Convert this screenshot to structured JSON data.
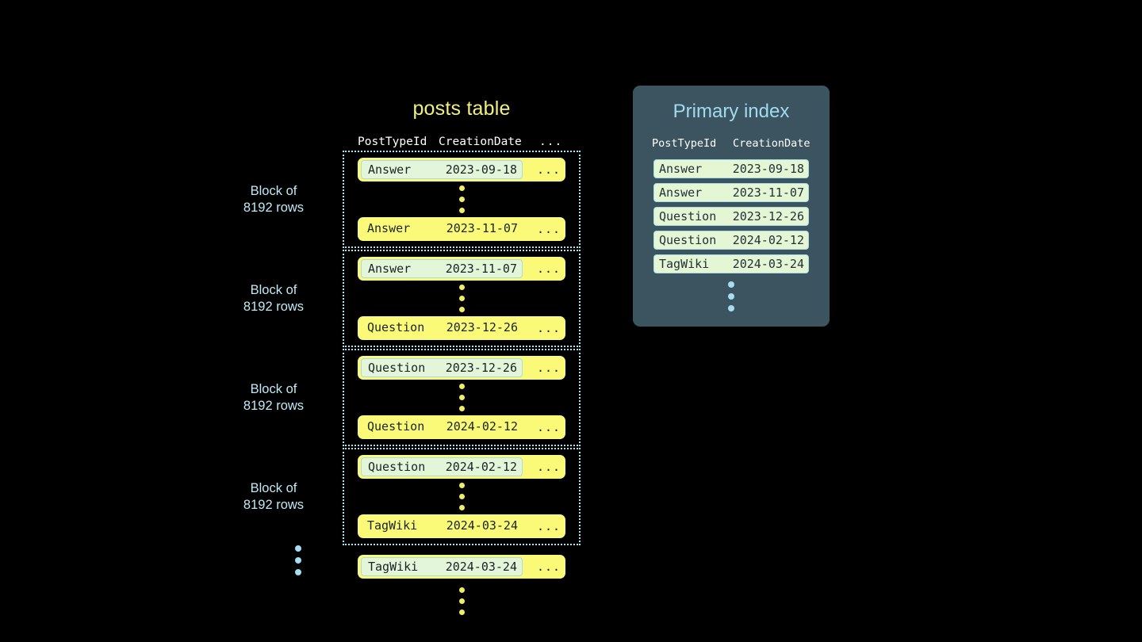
{
  "colors": {
    "background": "#000000",
    "row_fill": "#fafa78",
    "highlight_fill": "#e4f6da",
    "highlight_border": "#a8dbe8",
    "block_border": "#a9e7f2",
    "table_title": "#f2f07a",
    "index_panel_bg": "#3c5360",
    "index_title": "#9fdcef",
    "label_text": "#bfe9f5",
    "header_text": "#ffffff",
    "yellow_dot": "#f2ec6a",
    "cyan_dot": "#a6ddf2"
  },
  "posts_table": {
    "title": "posts table",
    "columns": {
      "type": "PostTypeId",
      "date": "CreationDate",
      "more": "..."
    },
    "block_label": "Block of\n8192 rows",
    "block_label_line1": "Block of",
    "block_label_line2": "8192 rows",
    "ellipsis": "...",
    "blocks": [
      {
        "label_line1": "Block of",
        "label_line2": "8192 rows",
        "first_row": {
          "type": "Answer",
          "date": "2023-09-18",
          "more": "...",
          "highlighted": true
        },
        "last_row": {
          "type": "Answer",
          "date": "2023-11-07",
          "more": "...",
          "highlighted": false
        }
      },
      {
        "label_line1": "Block of",
        "label_line2": "8192 rows",
        "first_row": {
          "type": "Answer",
          "date": "2023-11-07",
          "more": "...",
          "highlighted": true
        },
        "last_row": {
          "type": "Question",
          "date": "2023-12-26",
          "more": "...",
          "highlighted": false
        }
      },
      {
        "label_line1": "Block of",
        "label_line2": "8192 rows",
        "first_row": {
          "type": "Question",
          "date": "2023-12-26",
          "more": "...",
          "highlighted": true
        },
        "last_row": {
          "type": "Question",
          "date": "2024-02-12",
          "more": "...",
          "highlighted": false
        }
      },
      {
        "label_line1": "Block of",
        "label_line2": "8192 rows",
        "first_row": {
          "type": "Question",
          "date": "2024-02-12",
          "more": "...",
          "highlighted": true
        },
        "last_row": {
          "type": "TagWiki",
          "date": "2024-03-24",
          "more": "...",
          "highlighted": false
        }
      }
    ],
    "tail_row": {
      "type": "TagWiki",
      "date": "2024-03-24",
      "more": "...",
      "highlighted": true
    }
  },
  "primary_index": {
    "title": "Primary index",
    "columns": {
      "type": "PostTypeId",
      "date": "CreationDate"
    },
    "rows": [
      {
        "type": "Answer",
        "date": "2023-09-18"
      },
      {
        "type": "Answer",
        "date": "2023-11-07"
      },
      {
        "type": "Question",
        "date": "2023-12-26"
      },
      {
        "type": "Question",
        "date": "2024-02-12"
      },
      {
        "type": "TagWiki",
        "date": "2024-03-24"
      }
    ]
  }
}
